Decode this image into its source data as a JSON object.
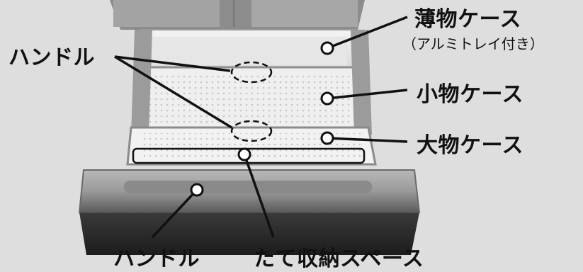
{
  "labels": {
    "thin_case": "薄物ケース",
    "thin_case_note": "（アルミトレイ付き）",
    "small_case": "小物ケース",
    "large_case": "大物ケース",
    "handle_top": "ハンドル",
    "handle_bottom": "ハンドル",
    "vertical_space": "たて収納スペース"
  },
  "colors": {
    "background": "#dedede",
    "leader_line": "#111111",
    "dot_fill": "#ffffff"
  }
}
